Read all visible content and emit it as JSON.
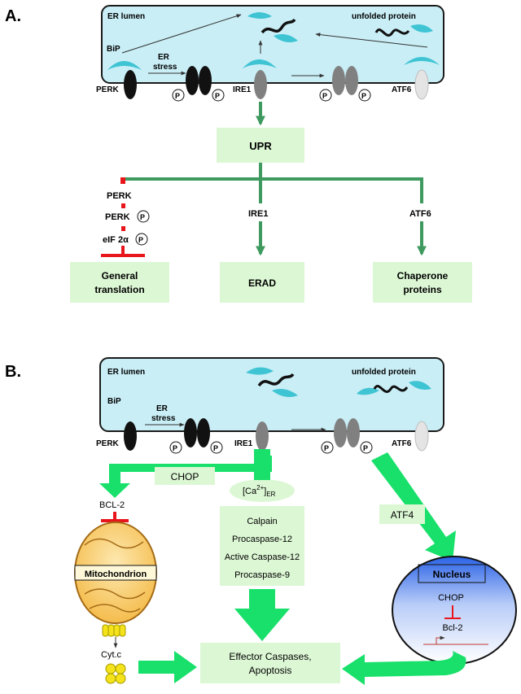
{
  "panelA": {
    "letter": "A.",
    "er_lumen": "ER lumen",
    "unfolded_protein": "unfolded protein",
    "bip": "BiP",
    "er_stress_1": "ER",
    "er_stress_2": "stress",
    "perk": "PERK",
    "ire1": "IRE1",
    "atf6": "ATF6",
    "p": "P",
    "upr": "UPR",
    "branch_perk": "PERK",
    "branch_perk_p": "PERK",
    "branch_eif": "eIF 2α",
    "branch_ire1": "IRE1",
    "branch_atf6": "ATF6",
    "box_general_1": "General",
    "box_general_2": "translation",
    "box_erad": "ERAD",
    "box_chaperone_1": "Chaperone",
    "box_chaperone_2": "proteins"
  },
  "panelB": {
    "letter": "B.",
    "er_lumen": "ER lumen",
    "unfolded_protein": "unfolded protein",
    "bip": "BiP",
    "er_stress_1": "ER",
    "er_stress_2": "stress",
    "perk": "PERK",
    "ire1": "IRE1",
    "atf6": "ATF6",
    "chop": "CHOP",
    "ca_main": "[Ca",
    "ca_sup": "2+",
    "ca_close": "]",
    "ca_sub": "ER",
    "bcl2": "BCL-2",
    "mitochondrion": "Mitochondrion",
    "cytc": "Cyt.c",
    "atf4": "ATF4",
    "calpain": "Calpain",
    "procasp12": "Procaspase-12",
    "active_casp12": "Active Caspase-12",
    "procasp9": "Procaspase-9",
    "nucleus": "Nucleus",
    "n_chop": "CHOP",
    "n_bcl2": "Bcl-2",
    "effector_1": "Effector Caspases,",
    "effector_2": "Apoptosis"
  },
  "colors": {
    "er_fill": "#c9eef6",
    "green_arrow": "#3e9a5f",
    "box_fill": "#dcf7d4",
    "bright_arrow": "#18e06a",
    "inhibit_red": "#e8161a",
    "bip_cyan": "#3fc4d4"
  }
}
